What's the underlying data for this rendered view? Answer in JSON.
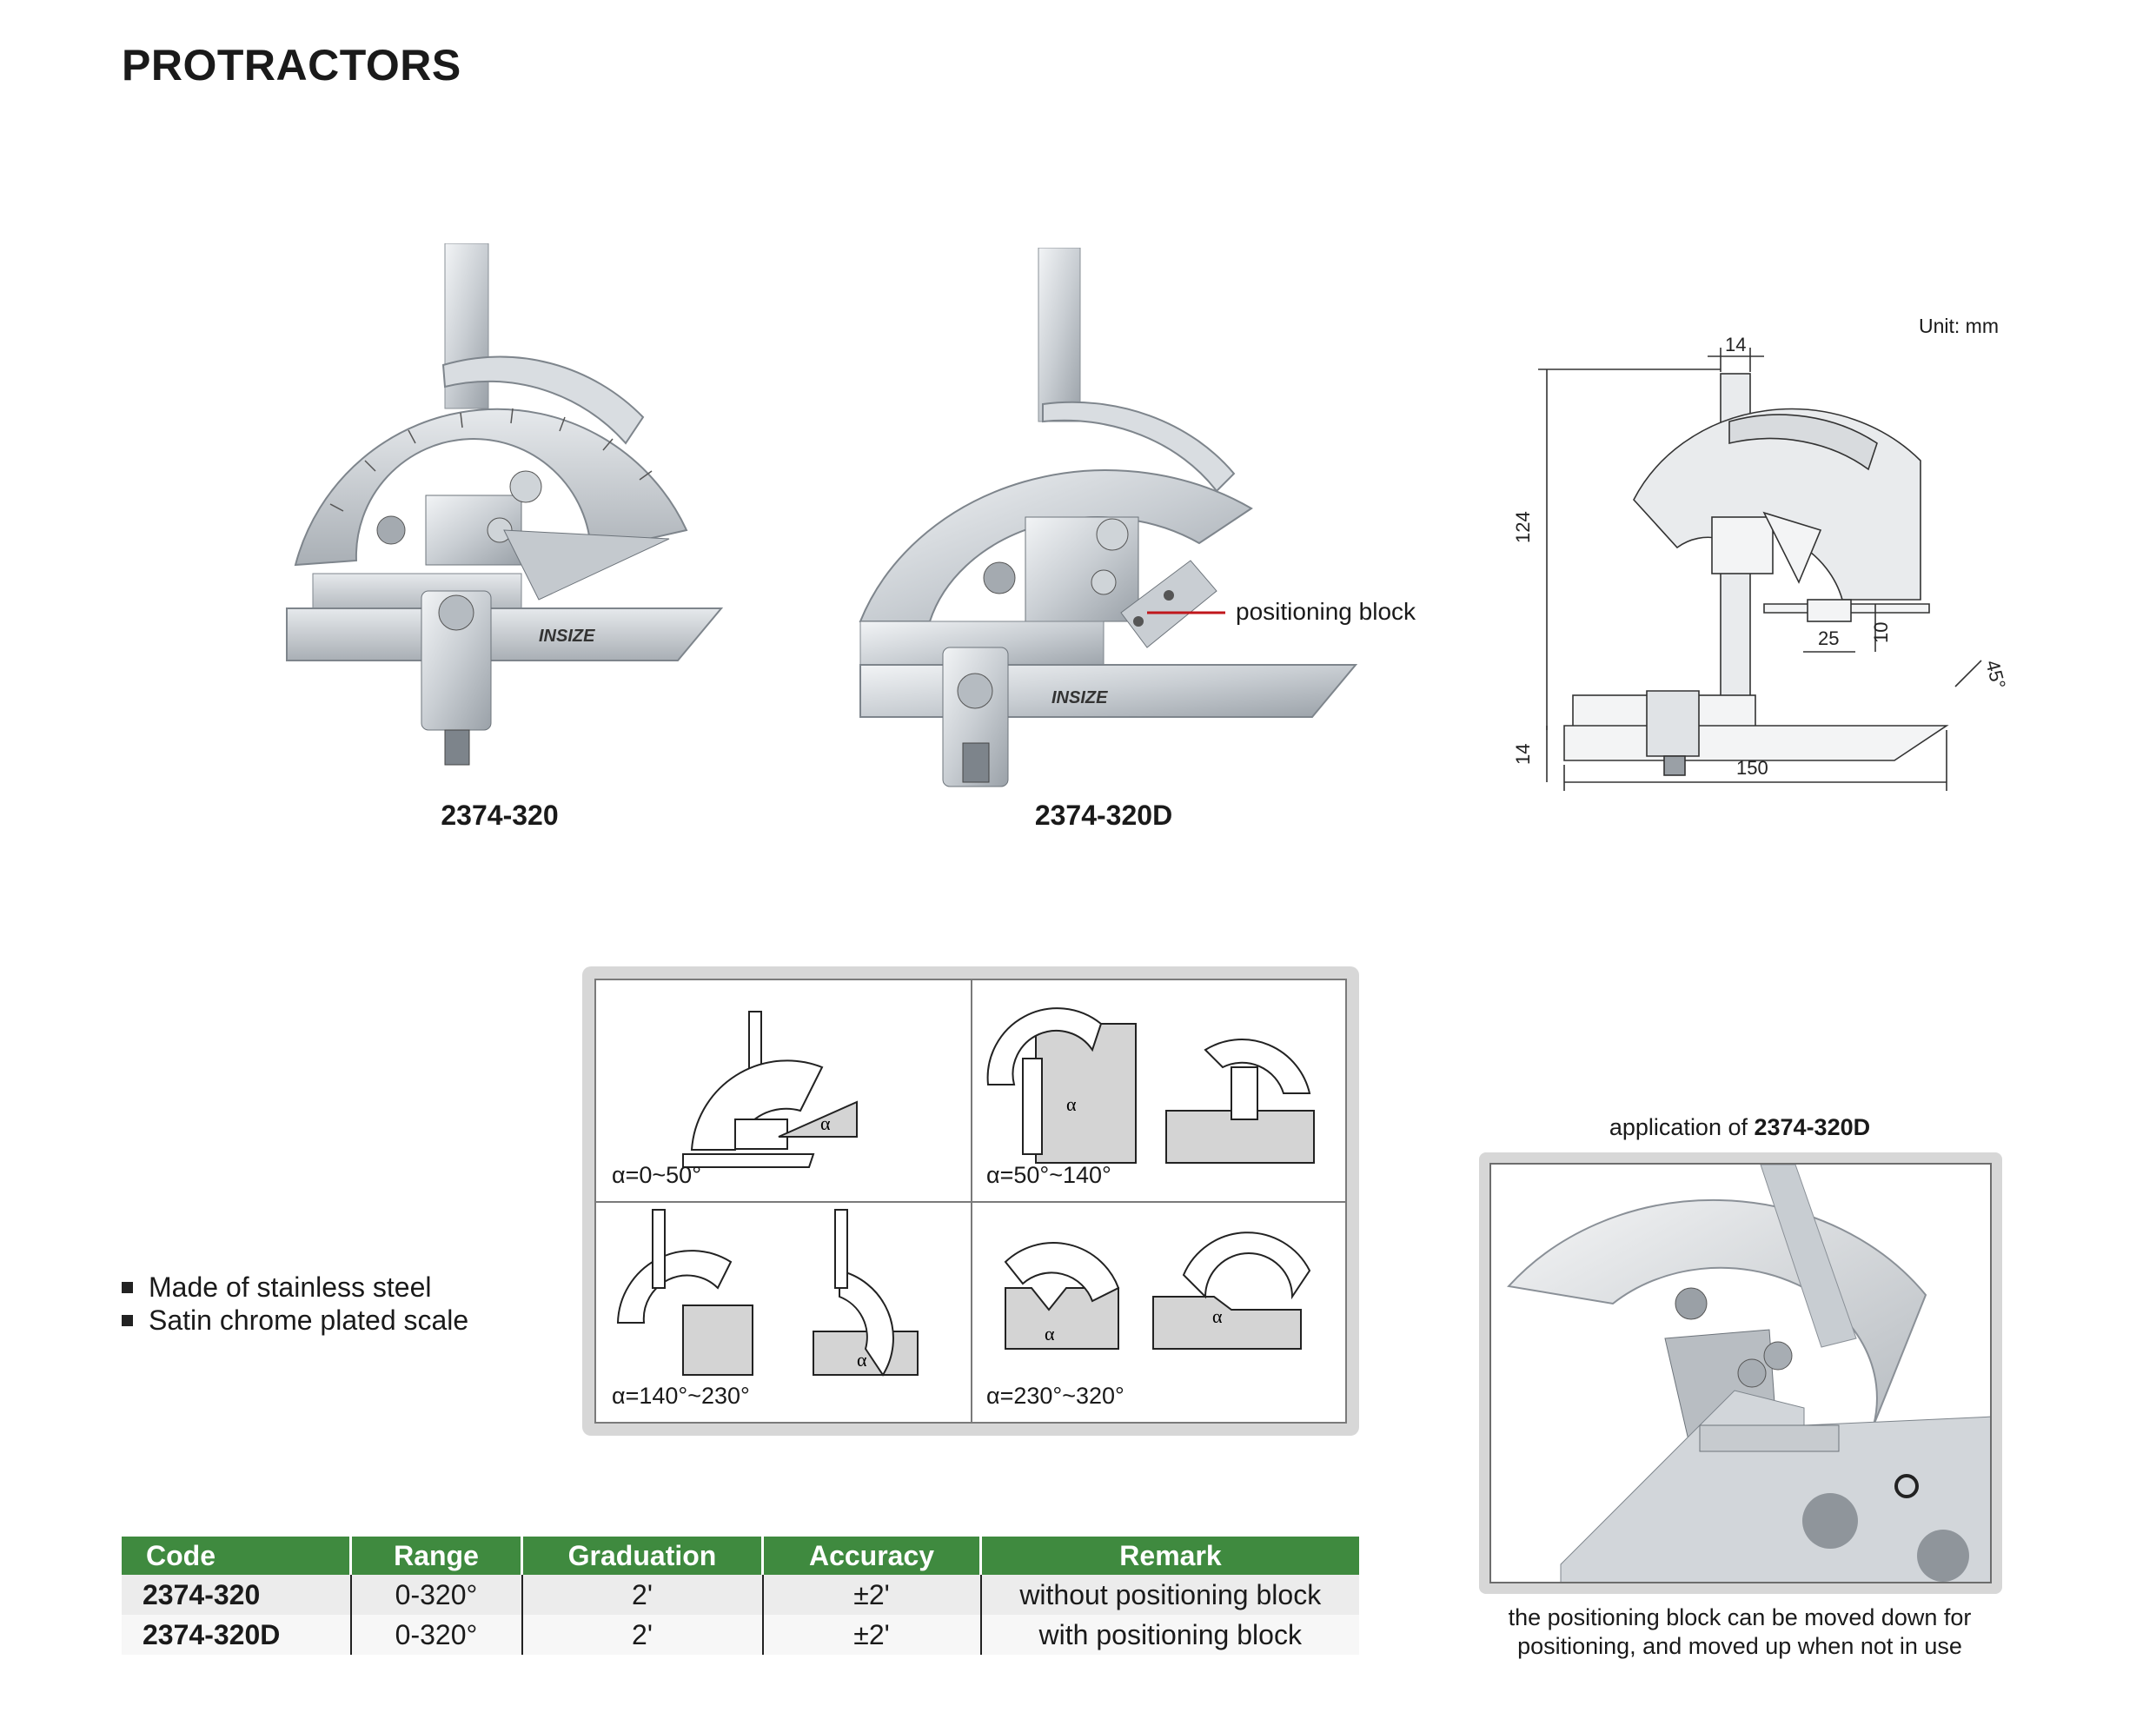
{
  "page": {
    "title": "PROTRACTORS"
  },
  "products": [
    {
      "code": "2374-320",
      "brand": "INSIZE"
    },
    {
      "code": "2374-320D",
      "brand": "INSIZE",
      "callout": "positioning block"
    }
  ],
  "drawing": {
    "unit": "Unit: mm",
    "dims": {
      "top": "14",
      "height": "124",
      "bottom": "14",
      "length": "150",
      "block_w": "25",
      "block_h": "10",
      "angle": "45°"
    }
  },
  "applications": [
    {
      "label": "α=0~50°"
    },
    {
      "label": "α=50°~140°"
    },
    {
      "label": "α=140°~230°"
    },
    {
      "label": "α=230°~320°"
    }
  ],
  "alpha_symbol": "α",
  "features": [
    "Made of stainless steel",
    "Satin chrome plated scale"
  ],
  "table": {
    "headers": [
      "Code",
      "Range",
      "Graduation",
      "Accuracy",
      "Remark"
    ],
    "rows": [
      [
        "2374-320",
        "0-320°",
        "2'",
        "±2'",
        "without positioning block"
      ],
      [
        "2374-320D",
        "0-320°",
        "2'",
        "±2'",
        "with positioning block"
      ]
    ],
    "colors": {
      "header_bg": "#3f8a3f",
      "header_text": "#ffffff"
    }
  },
  "application_photo": {
    "caption_prefix": "application of ",
    "caption_code": "2374-320D",
    "note": "the positioning block can be moved down for positioning, and moved up when not in use"
  }
}
